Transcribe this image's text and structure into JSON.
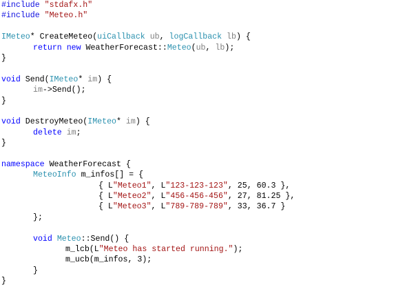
{
  "editor": {
    "colors": {
      "kw": "#0000ff",
      "str": "#a31515",
      "ty": "#2b91af",
      "pa": "#808080"
    },
    "lines": [
      {
        "indent": 0,
        "tokens": [
          [
            "#include ",
            "pp"
          ],
          [
            "\"stdafx.h\"",
            "str"
          ]
        ]
      },
      {
        "indent": 0,
        "tokens": [
          [
            "#include ",
            "pp"
          ],
          [
            "\"Meteo.h\"",
            "str"
          ]
        ]
      },
      {
        "indent": 0,
        "tokens": []
      },
      {
        "indent": 0,
        "tokens": [
          [
            "IMeteo",
            "ty"
          ],
          [
            "* CreateMeteo(",
            "pl"
          ],
          [
            "uiCallback",
            "ty"
          ],
          [
            " ",
            "pl"
          ],
          [
            "ub",
            "pa"
          ],
          [
            ", ",
            "pl"
          ],
          [
            "logCallback",
            "ty"
          ],
          [
            " ",
            "pl"
          ],
          [
            "lb",
            "pa"
          ],
          [
            ") {",
            "pl"
          ]
        ]
      },
      {
        "indent": 1,
        "tokens": [
          [
            "return",
            "kw"
          ],
          [
            " ",
            "pl"
          ],
          [
            "new",
            "kw"
          ],
          [
            " WeatherForecast::",
            "pl"
          ],
          [
            "Meteo",
            "ty"
          ],
          [
            "(",
            "pl"
          ],
          [
            "ub",
            "pa"
          ],
          [
            ", ",
            "pl"
          ],
          [
            "lb",
            "pa"
          ],
          [
            ");",
            "pl"
          ]
        ]
      },
      {
        "indent": 0,
        "tokens": [
          [
            "}",
            "pl"
          ]
        ]
      },
      {
        "indent": 0,
        "tokens": []
      },
      {
        "indent": 0,
        "tokens": [
          [
            "void",
            "kw"
          ],
          [
            " Send(",
            "pl"
          ],
          [
            "IMeteo",
            "ty"
          ],
          [
            "* ",
            "pl"
          ],
          [
            "im",
            "pa"
          ],
          [
            ") {",
            "pl"
          ]
        ]
      },
      {
        "indent": 1,
        "tokens": [
          [
            "im",
            "pa"
          ],
          [
            "->Send();",
            "pl"
          ]
        ]
      },
      {
        "indent": 0,
        "tokens": [
          [
            "}",
            "pl"
          ]
        ]
      },
      {
        "indent": 0,
        "tokens": []
      },
      {
        "indent": 0,
        "tokens": [
          [
            "void",
            "kw"
          ],
          [
            " DestroyMeteo(",
            "pl"
          ],
          [
            "IMeteo",
            "ty"
          ],
          [
            "* ",
            "pl"
          ],
          [
            "im",
            "pa"
          ],
          [
            ") {",
            "pl"
          ]
        ]
      },
      {
        "indent": 1,
        "tokens": [
          [
            "delete",
            "kw"
          ],
          [
            " ",
            "pl"
          ],
          [
            "im",
            "pa"
          ],
          [
            ";",
            "pl"
          ]
        ]
      },
      {
        "indent": 0,
        "tokens": [
          [
            "}",
            "pl"
          ]
        ]
      },
      {
        "indent": 0,
        "tokens": []
      },
      {
        "indent": 0,
        "tokens": [
          [
            "namespace",
            "kw"
          ],
          [
            " WeatherForecast {",
            "pl"
          ]
        ]
      },
      {
        "indent": 1,
        "tokens": [
          [
            "MeteoInfo",
            "ty"
          ],
          [
            " m_infos[] = {",
            "pl"
          ]
        ]
      },
      {
        "indent": 3,
        "tokens": [
          [
            "{ L",
            "pl"
          ],
          [
            "\"Meteo1\"",
            "str"
          ],
          [
            ", L",
            "pl"
          ],
          [
            "\"123-123-123\"",
            "str"
          ],
          [
            ", 25, 60.3 },",
            "pl"
          ]
        ]
      },
      {
        "indent": 3,
        "tokens": [
          [
            "{ L",
            "pl"
          ],
          [
            "\"Meteo2\"",
            "str"
          ],
          [
            ", L",
            "pl"
          ],
          [
            "\"456-456-456\"",
            "str"
          ],
          [
            ", 27, 81.25 },",
            "pl"
          ]
        ]
      },
      {
        "indent": 3,
        "tokens": [
          [
            "{ L",
            "pl"
          ],
          [
            "\"Meteo3\"",
            "str"
          ],
          [
            ", L",
            "pl"
          ],
          [
            "\"789-789-789\"",
            "str"
          ],
          [
            ", 33, 36.7 }",
            "pl"
          ]
        ]
      },
      {
        "indent": 1,
        "tokens": [
          [
            "};",
            "pl"
          ]
        ]
      },
      {
        "indent": 0,
        "tokens": []
      },
      {
        "indent": 1,
        "tokens": [
          [
            "void",
            "kw"
          ],
          [
            " ",
            "pl"
          ],
          [
            "Meteo",
            "ty"
          ],
          [
            "::Send() {",
            "pl"
          ]
        ]
      },
      {
        "indent": 2,
        "tokens": [
          [
            "m_lcb(L",
            "pl"
          ],
          [
            "\"Meteo has started running.\"",
            "str"
          ],
          [
            ");",
            "pl"
          ]
        ]
      },
      {
        "indent": 2,
        "tokens": [
          [
            "m_ucb(m_infos, 3);",
            "pl"
          ]
        ]
      },
      {
        "indent": 1,
        "tokens": [
          [
            "}",
            "pl"
          ]
        ]
      },
      {
        "indent": 0,
        "tokens": [
          [
            "}",
            "pl"
          ]
        ]
      }
    ]
  }
}
